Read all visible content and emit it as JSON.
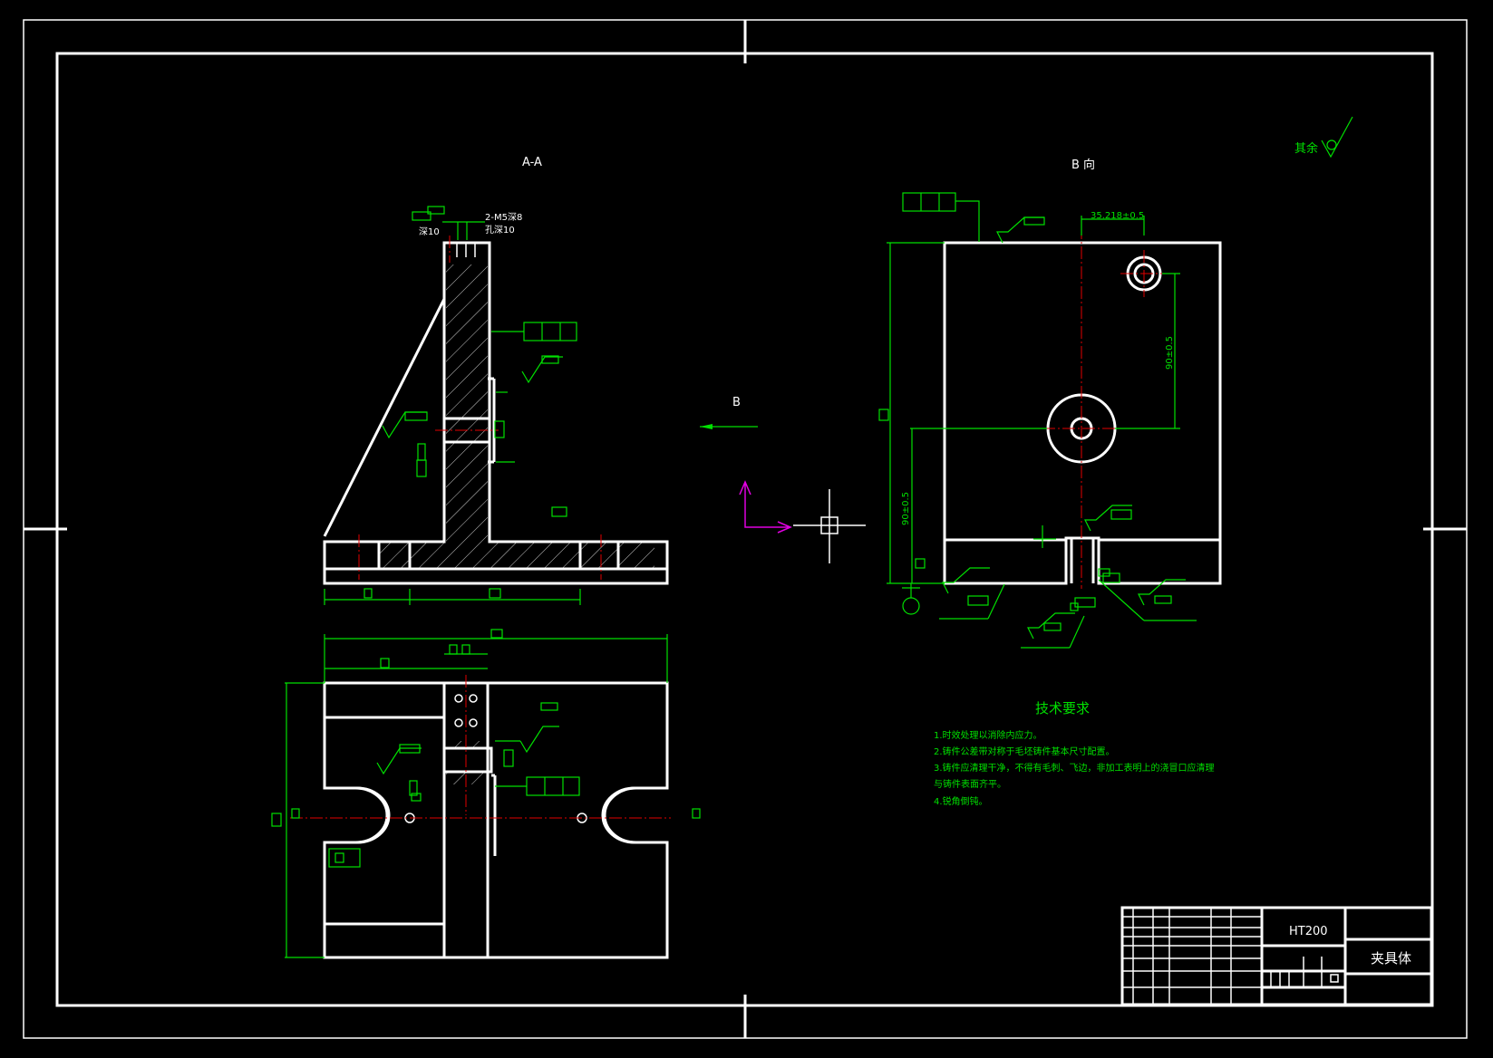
{
  "views": {
    "section_label": "A-A",
    "direction_label": "B 向",
    "arrow_label": "B"
  },
  "annotations": {
    "thread_note_1": "2-M5深8",
    "thread_note_2": "孔深10",
    "depth_note": "深10",
    "roughness_rest": "其余",
    "dim_horizontal": "35.218±0.5",
    "dim_vertical_1": "90±0.5",
    "dim_vertical_2": "90±0.5"
  },
  "tech_requirements": {
    "title": "技术要求",
    "items": [
      "1.时效处理以消除内应力。",
      "2.铸件公差带对称于毛坯铸件基本尺寸配置。",
      "3.铸件应清理干净，不得有毛刺、飞边，非加工表明上的浇冒口应清理",
      "与铸件表面齐平。",
      "4.锐角倒钝。"
    ]
  },
  "title_block": {
    "material": "HT200",
    "part_name": "夹具体"
  },
  "colors": {
    "background": "#000000",
    "outline": "#ffffff",
    "dimension": "#00e000",
    "centerline": "#e00000",
    "ucs": "#e000e0"
  }
}
